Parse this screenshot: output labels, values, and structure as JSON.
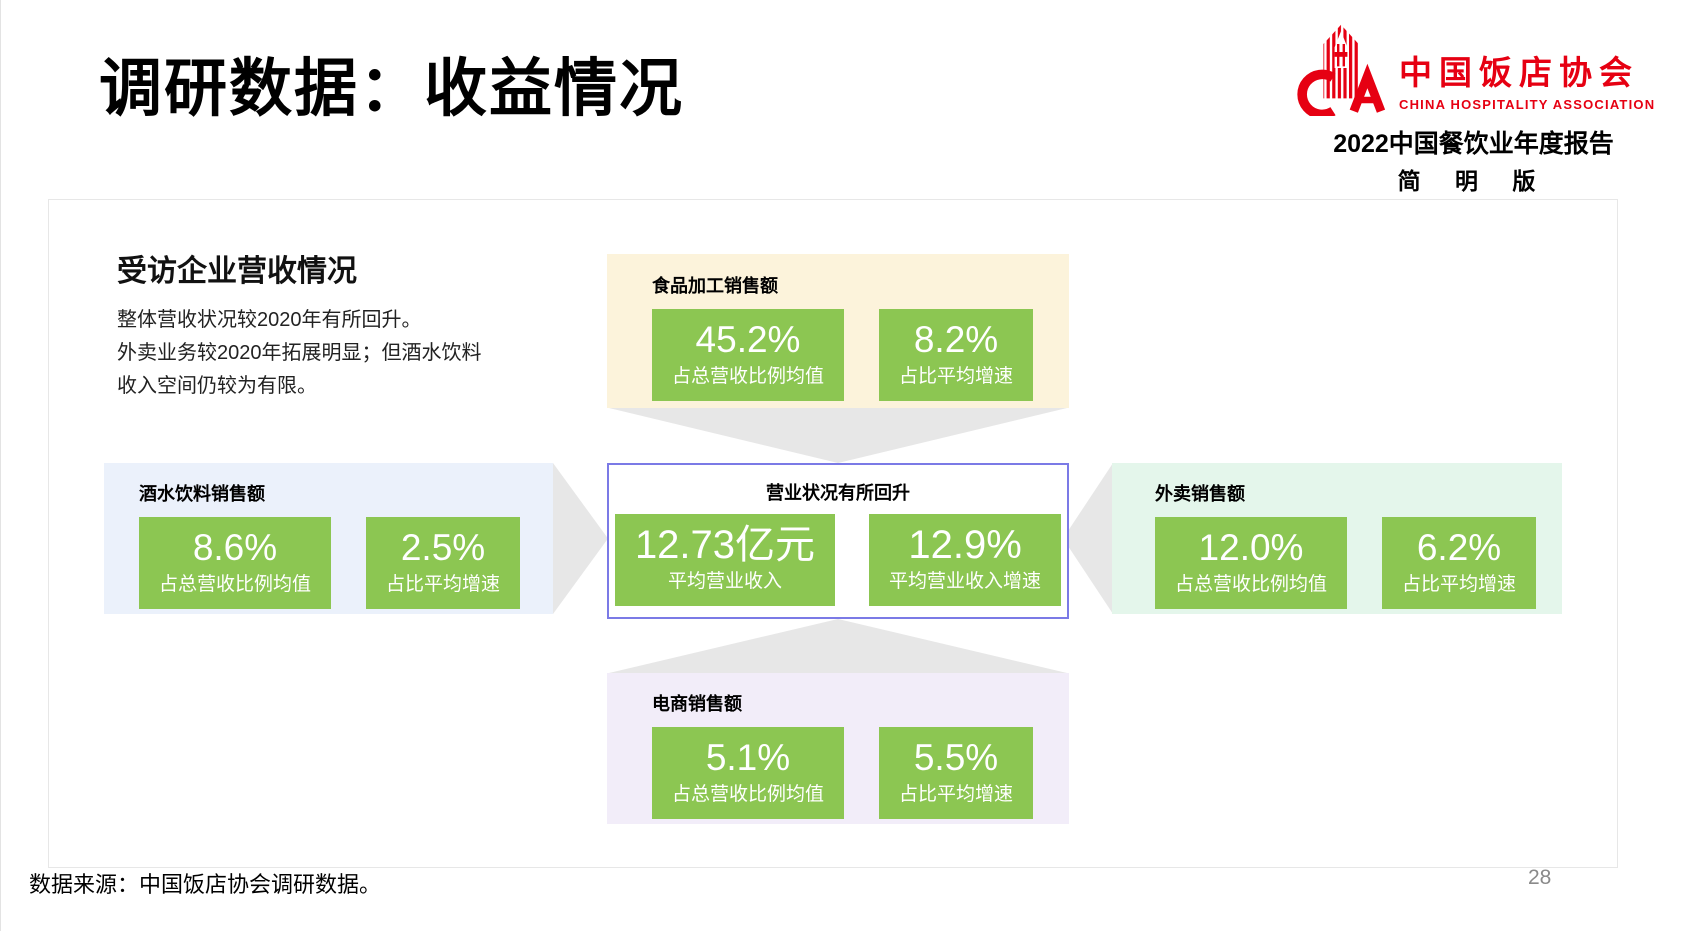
{
  "slide": {
    "title": "调研数据：收益情况",
    "source": "数据来源：中国饭店协会调研数据。",
    "page_number": "28"
  },
  "logo": {
    "org_cn": "中国饭店协会",
    "org_en": "CHINA HOSPITALITY ASSOCIATION",
    "report_line1": "2022中国餐饮业年度报告",
    "report_line2": "简 明 版",
    "brand_color": "#e60012"
  },
  "intro": {
    "heading": "受访企业营收情况",
    "body_lines": [
      "整体营收状况较2020年有所回升。",
      "外卖业务较2020年拓展明显；但酒水饮料",
      "收入空间仍较为有限。"
    ]
  },
  "diagram": {
    "colors": {
      "stat_green": "#8cc652",
      "arrow_gray": "#e7e7e7",
      "top_bg": "#fcf3db",
      "left_bg": "#ebf1fb",
      "right_bg": "#e4f6eb",
      "bottom_bg": "#f2edf9",
      "center_border": "#7b7ae6"
    },
    "center": {
      "label": "营业状况有所回升",
      "stats": [
        {
          "value": "12.73亿元",
          "caption": "平均营业收入"
        },
        {
          "value": "12.9%",
          "caption": "平均营业收入增速"
        }
      ]
    },
    "top": {
      "label": "食品加工销售额",
      "stats": [
        {
          "value": "45.2%",
          "caption": "占总营收比例均值"
        },
        {
          "value": "8.2%",
          "caption": "占比平均增速"
        }
      ]
    },
    "left": {
      "label": "酒水饮料销售额",
      "stats": [
        {
          "value": "8.6%",
          "caption": "占总营收比例均值"
        },
        {
          "value": "2.5%",
          "caption": "占比平均增速"
        }
      ]
    },
    "right": {
      "label": "外卖销售额",
      "stats": [
        {
          "value": "12.0%",
          "caption": "占总营收比例均值"
        },
        {
          "value": "6.2%",
          "caption": "占比平均增速"
        }
      ]
    },
    "bottom": {
      "label": "电商销售额",
      "stats": [
        {
          "value": "5.1%",
          "caption": "占总营收比例均值"
        },
        {
          "value": "5.5%",
          "caption": "占比平均增速"
        }
      ]
    }
  }
}
